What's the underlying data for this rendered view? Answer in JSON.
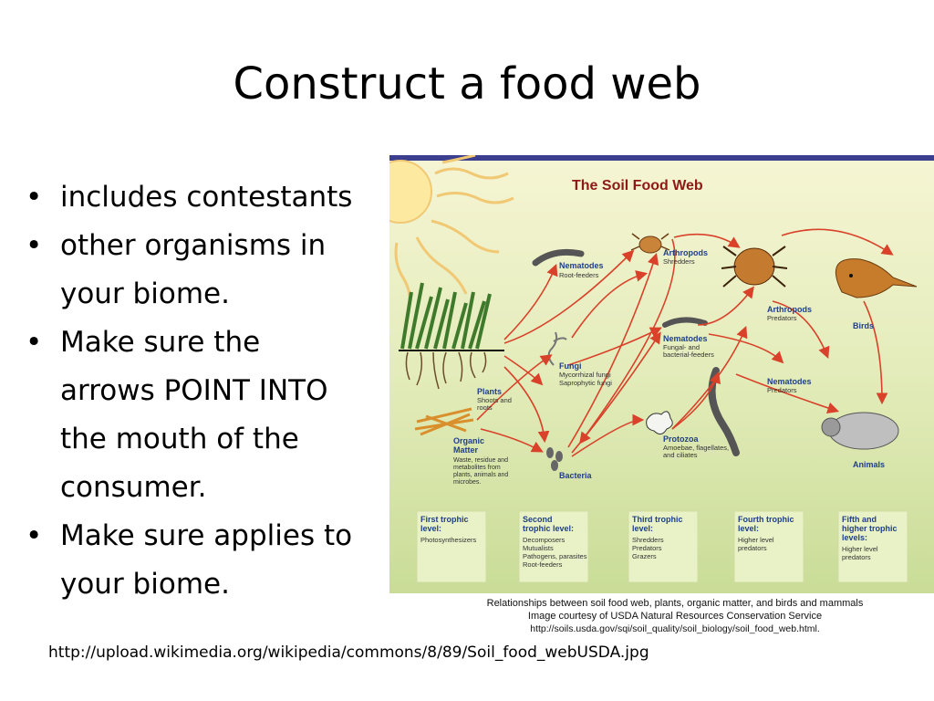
{
  "slide": {
    "title": "Construct a food web",
    "bullets": [
      {
        "line1": "includes contestants",
        "line2": "",
        "line3": "",
        "line4": ""
      },
      {
        "line1": "other organisms in",
        "line2": "your biome.",
        "line3": "",
        "line4": ""
      },
      {
        "line1": "Make sure the",
        "line2": "arrows POINT INTO",
        "line3": "the mouth of the",
        "line4": "consumer."
      },
      {
        "line1": "Make sure applies to",
        "line2": "your biome.",
        "line3": "",
        "line4": ""
      }
    ],
    "source_url": "http://upload.wikimedia.org/wikipedia/commons/8/89/Soil_food_webUSDA.jpg"
  },
  "figure": {
    "title": "The Soil Food Web",
    "organisms": {
      "nematodes_root": {
        "name": "Nematodes",
        "desc1": "Root-feeders",
        "desc2": "",
        "desc3": ""
      },
      "arthropods_shredders": {
        "name": "Arthropods",
        "desc1": "Shredders",
        "desc2": "",
        "desc3": ""
      },
      "arthropods_predators": {
        "name": "Arthropods",
        "desc1": "Predators",
        "desc2": "",
        "desc3": ""
      },
      "birds": {
        "name": "Birds",
        "desc1": "",
        "desc2": "",
        "desc3": ""
      },
      "plants": {
        "name": "Plants",
        "desc1": "Shoots and",
        "desc2": "roots",
        "desc3": ""
      },
      "fungi": {
        "name": "Fungi",
        "desc1": "Mycorrhizal fungi",
        "desc2": "Saprophytic fungi",
        "desc3": ""
      },
      "nematodes_fungal": {
        "name": "Nematodes",
        "desc1": "Fungal- and",
        "desc2": "bacterial-feeders",
        "desc3": ""
      },
      "nematodes_predators": {
        "name": "Nematodes",
        "desc1": "Predators",
        "desc2": "",
        "desc3": ""
      },
      "organic_matter": {
        "name": "Organic",
        "name2": "Matter",
        "desc1": "Waste, residue and",
        "desc2": "metabolites from",
        "desc3": "plants, animals and",
        "desc4": "microbes."
      },
      "protozoa": {
        "name": "Protozoa",
        "desc1": "Amoebae, flagellates,",
        "desc2": "and ciliates",
        "desc3": ""
      },
      "bacteria": {
        "name": "Bacteria",
        "desc1": "",
        "desc2": "",
        "desc3": ""
      },
      "animals": {
        "name": "Animals",
        "desc1": "",
        "desc2": "",
        "desc3": ""
      }
    },
    "trophic_levels": [
      {
        "title1": "First trophic",
        "title2": "level:",
        "title3": "",
        "items": [
          "Photosynthesizers"
        ]
      },
      {
        "title1": "Second",
        "title2": "trophic level:",
        "title3": "",
        "items": [
          "Decomposers",
          "Mutualists",
          "Pathogens, parasites",
          "Root-feeders"
        ]
      },
      {
        "title1": "Third trophic",
        "title2": "level:",
        "title3": "",
        "items": [
          "Shredders",
          "Predators",
          "Grazers"
        ]
      },
      {
        "title1": "Fourth trophic",
        "title2": "level:",
        "title3": "",
        "items": [
          "Higher level",
          "predators"
        ]
      },
      {
        "title1": "Fifth and",
        "title2": "higher trophic",
        "title3": "levels:",
        "items": [
          "Higher level",
          "predators"
        ]
      }
    ],
    "caption": {
      "line1": "Relationships between soil food web, plants, organic matter, and birds and mammals",
      "line2": "Image courtesy of  USDA Natural Resources Conservation Service",
      "line3": "http://soils.usda.gov/sqi/soil_quality/soil_biology/soil_food_web.html."
    }
  },
  "colors": {
    "arrow": "#d9412a",
    "title_red": "#8e1a16",
    "trophic_box": "#e8f2c6",
    "label_blue": "#1f3f87"
  }
}
